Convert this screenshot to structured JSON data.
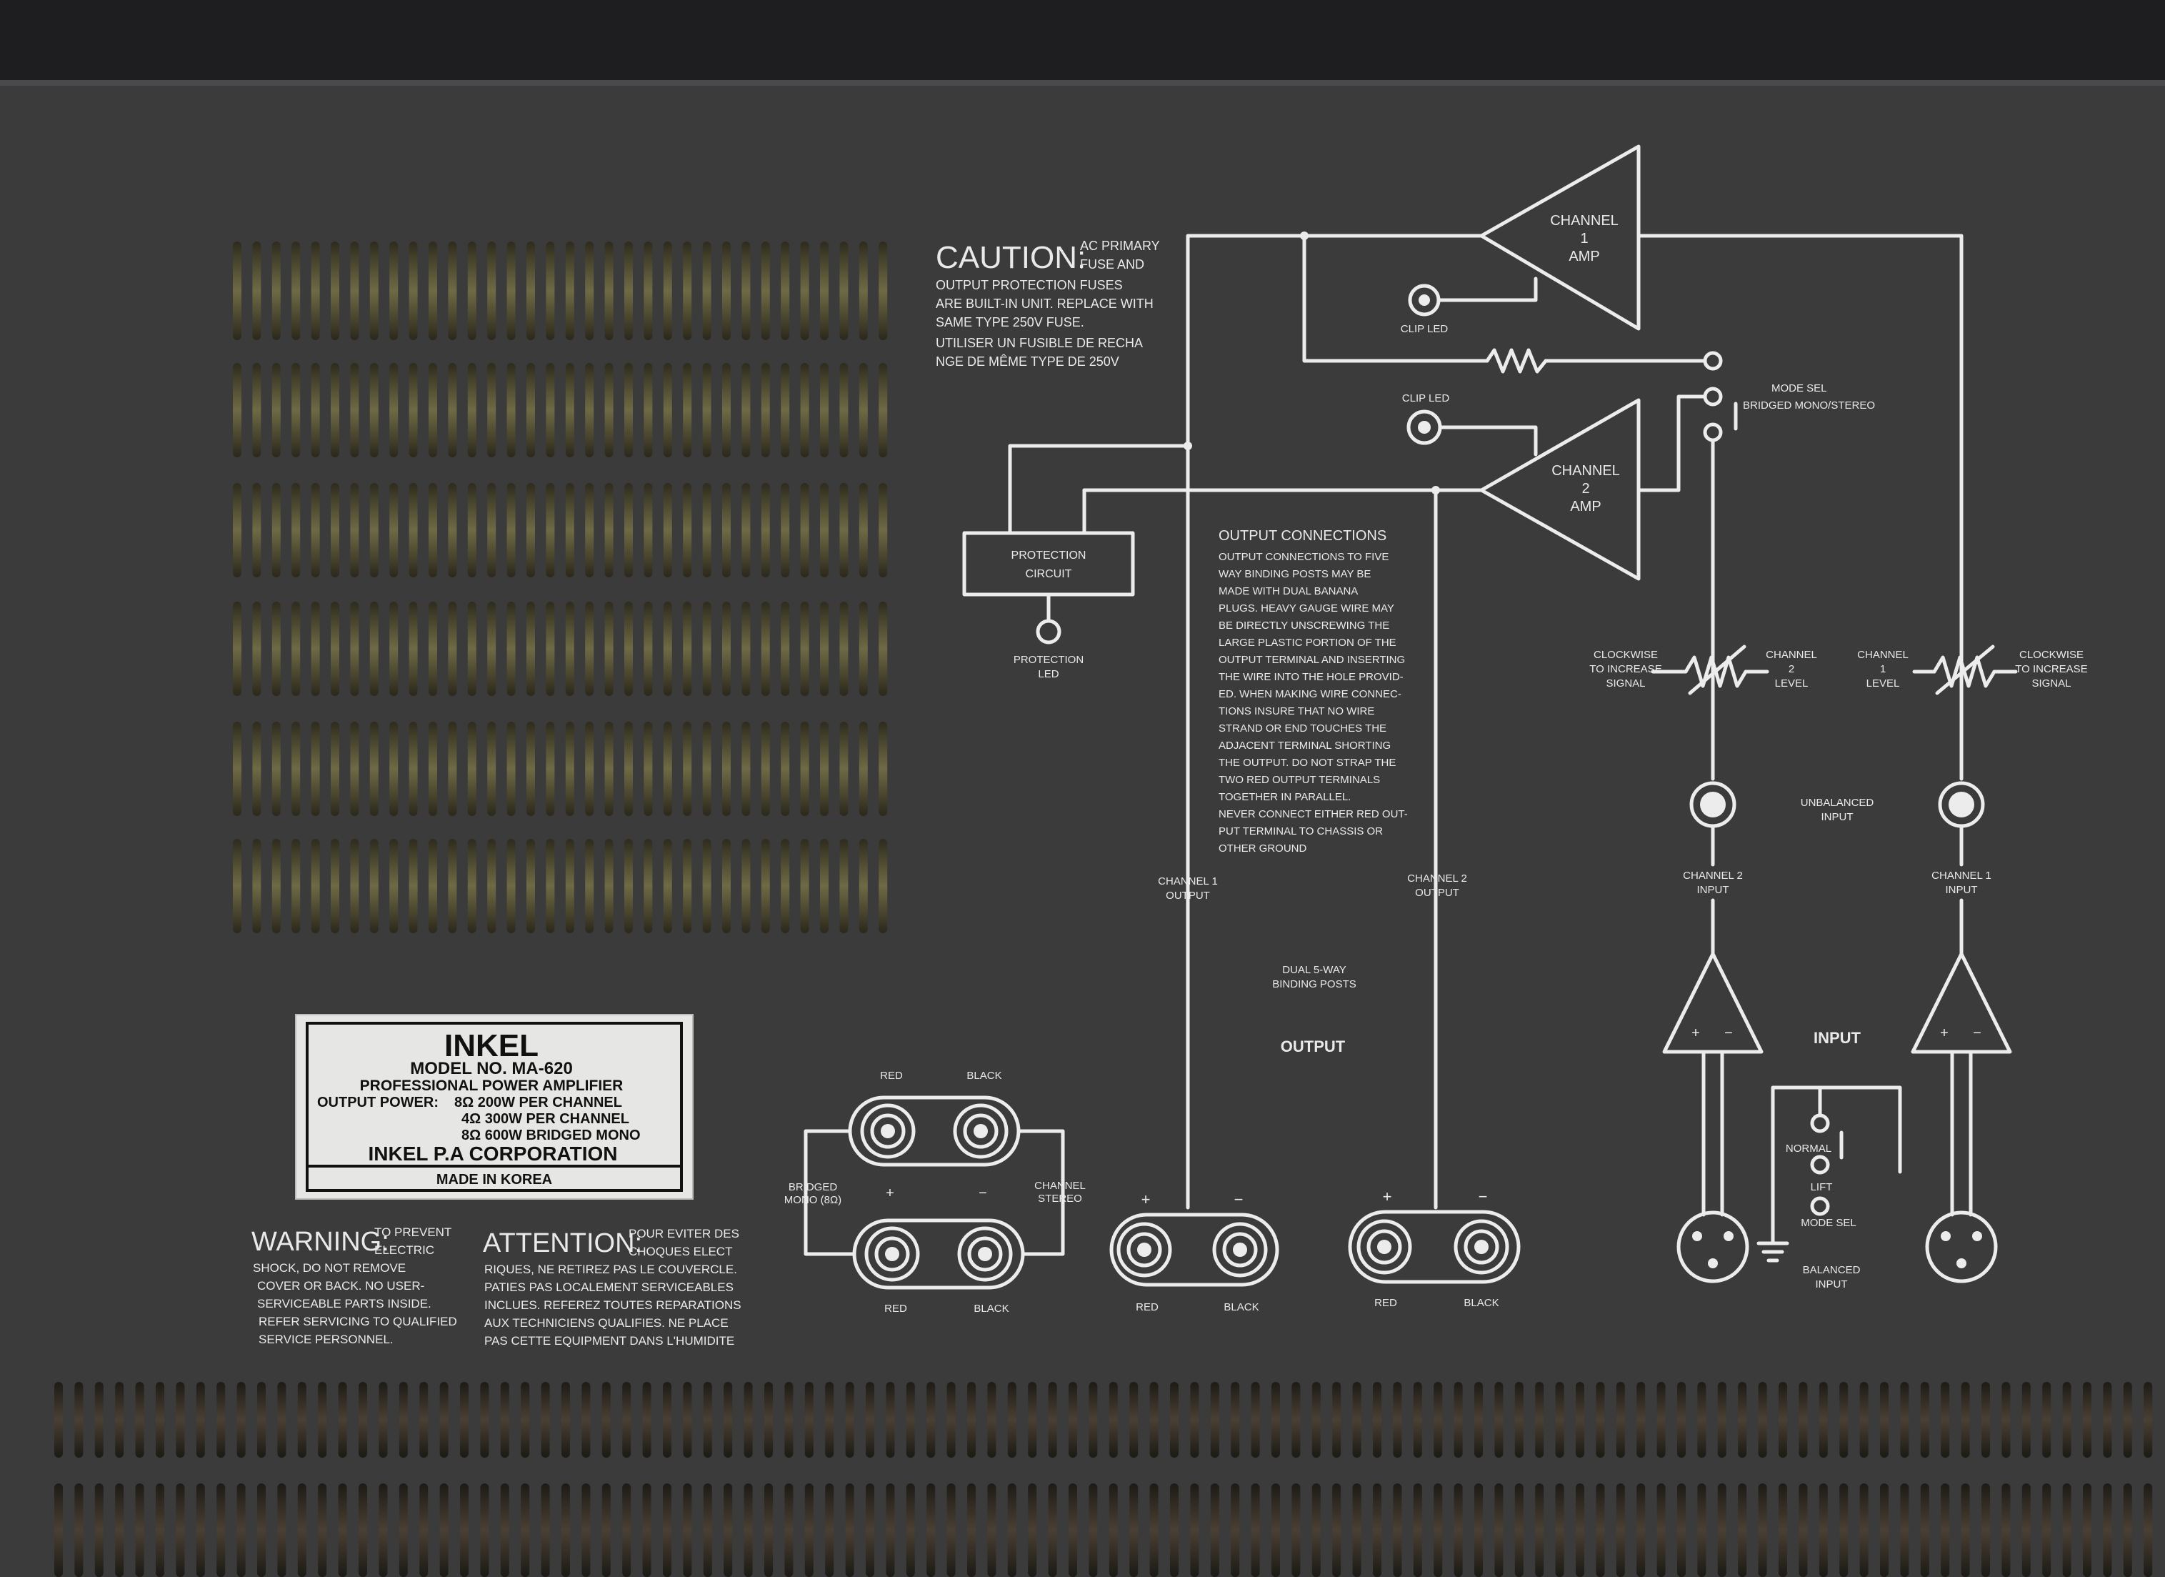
{
  "caution": {
    "title": "CAUTION:",
    "lines": [
      "AC PRIMARY",
      "FUSE AND",
      "OUTPUT PROTECTION FUSES",
      "ARE BUILT-IN UNIT. REPLACE WITH",
      "SAME TYPE 250V FUSE.",
      "UTILISER UN FUSIBLE DE RECHA",
      "NGE DE MÊME TYPE DE 250V"
    ]
  },
  "diagram": {
    "channel1_amp": [
      "CHANNEL",
      "1",
      "AMP"
    ],
    "channel2_amp": [
      "CHANNEL",
      "2",
      "AMP"
    ],
    "clip_led_1": "CLIP LED",
    "clip_led_2": "CLIP LED",
    "mode_sel": "MODE SEL",
    "mode_sel_options": "BRIDGED MONO/STEREO",
    "protection_circuit": [
      "PROTECTION",
      "CIRCUIT"
    ],
    "protection_led": [
      "PROTECTION",
      "LED"
    ],
    "output_connections_title": "OUTPUT CONNECTIONS",
    "output_connections_text": [
      "OUTPUT CONNECTIONS TO FIVE",
      "WAY BINDING POSTS MAY BE",
      "MADE WITH DUAL BANANA",
      "PLUGS. HEAVY GAUGE WIRE MAY",
      "BE DIRECTLY UNSCREWING THE",
      "LARGE PLASTIC PORTION OF THE",
      "OUTPUT TERMINAL AND INSERTING",
      "THE WIRE INTO THE HOLE PROVID-",
      "ED. WHEN MAKING WIRE CONNEC-",
      "TIONS INSURE THAT NO WIRE",
      "STRAND OR END TOUCHES THE",
      "ADJACENT TERMINAL SHORTING",
      "THE OUTPUT. DO NOT STRAP THE",
      "TWO RED OUTPUT TERMINALS",
      "TOGETHER IN PARALLEL.",
      "NEVER CONNECT EITHER RED OUT-",
      "PUT TERMINAL TO CHASSIS OR",
      "OTHER GROUND"
    ],
    "clockwise_left": [
      "CLOCKWISE",
      "TO INCREASE",
      "SIGNAL"
    ],
    "clockwise_right": [
      "CLOCKWISE",
      "TO INCREASE",
      "SIGNAL"
    ],
    "channel2_level": [
      "CHANNEL",
      "2",
      "LEVEL"
    ],
    "channel1_level": [
      "CHANNEL",
      "1",
      "LEVEL"
    ],
    "unbalanced_input": [
      "UNBALANCED",
      "INPUT"
    ],
    "channel2_input": [
      "CHANNEL 2",
      "INPUT"
    ],
    "channel1_input": [
      "CHANNEL 1",
      "INPUT"
    ],
    "channel1_output": [
      "CHANNEL 1",
      "OUTPUT"
    ],
    "channel2_output": [
      "CHANNEL 2",
      "OUTPUT"
    ],
    "dual_binding": [
      "DUAL 5-WAY",
      "BINDING POSTS"
    ],
    "output_label": "OUTPUT",
    "input_label": "INPUT",
    "normal": "NORMAL",
    "lift": "LIFT",
    "mode_sel_ground": "MODE SEL",
    "balanced_input": [
      "BALANCED",
      "INPUT"
    ],
    "bridged_mono": [
      "BRIDGED",
      "MONO (8Ω)"
    ],
    "channel_stereo": [
      "CHANNEL",
      "STEREO"
    ],
    "red": "RED",
    "black": "BLACK",
    "plus": "+",
    "minus": "−"
  },
  "label": {
    "brand": "INKEL",
    "model": "MODEL NO. MA-620",
    "product": "PROFESSIONAL POWER AMPLIFIER",
    "output_power_heading": "OUTPUT POWER:",
    "power_lines": [
      "8Ω 200W PER CHANNEL",
      "4Ω 300W PER CHANNEL",
      "8Ω 600W BRIDGED MONO"
    ],
    "corporation": "INKEL P.A CORPORATION",
    "made_in": "MADE IN KOREA"
  },
  "warning": {
    "title": "WARNING:",
    "lines": [
      "TO PREVENT",
      "ELECTRIC",
      "SHOCK, DO NOT REMOVE",
      "COVER OR BACK. NO USER-",
      "SERVICEABLE PARTS INSIDE.",
      "REFER SERVICING TO QUALIFIED",
      "SERVICE PERSONNEL."
    ]
  },
  "attention": {
    "title": "ATTENTION:",
    "lines": [
      "POUR EVITER DES",
      "CHOQUES ELECT",
      "RIQUES, NE RETIREZ PAS LE COUVERCLE.",
      "PATIES PAS LOCALEMENT SERVICEABLES",
      "INCLUES. REFEREZ TOUTES REPARATIONS",
      "AUX TECHNICIENS QUALIFIES. NE PLACE",
      "PAS CETTE EQUIPMENT DANS L'HUMIDITE"
    ]
  },
  "colors": {
    "panel": "#3b3b3c",
    "silkscreen": "#e9e9e9",
    "label_plate": "#e6e6e4",
    "vent_interior": "#5c5a3a"
  }
}
